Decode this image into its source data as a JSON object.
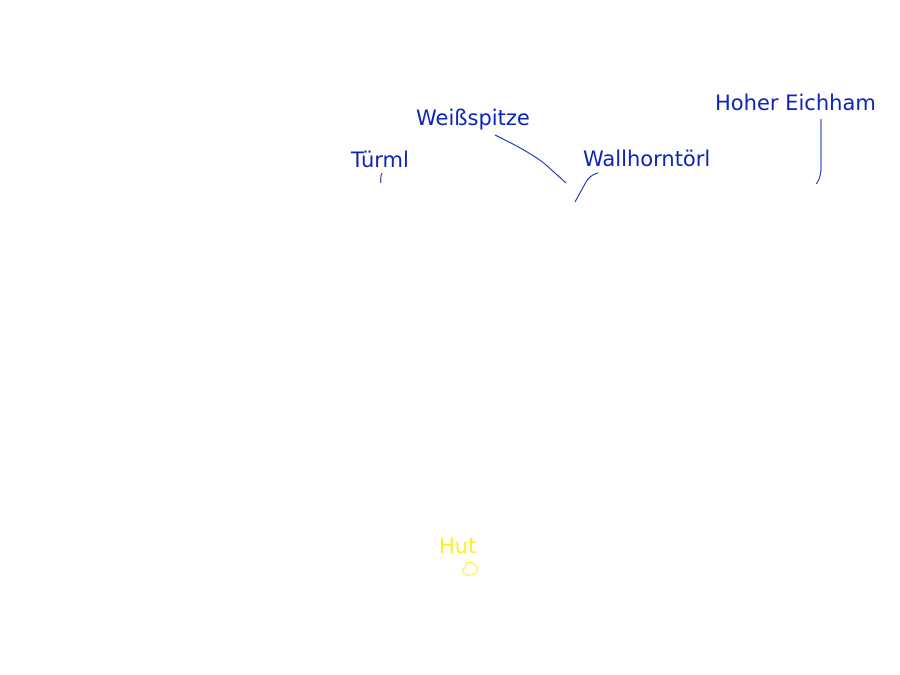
{
  "labels": {
    "turml": "Türml",
    "weissspitze": "Weißspitze",
    "wallhorntorl": "Wallhorntörl",
    "hoher_eichham": "Hoher Eichham",
    "hut": "Hut"
  },
  "colors": {
    "peak": "#0d24b8",
    "hut": "#ffee22"
  }
}
